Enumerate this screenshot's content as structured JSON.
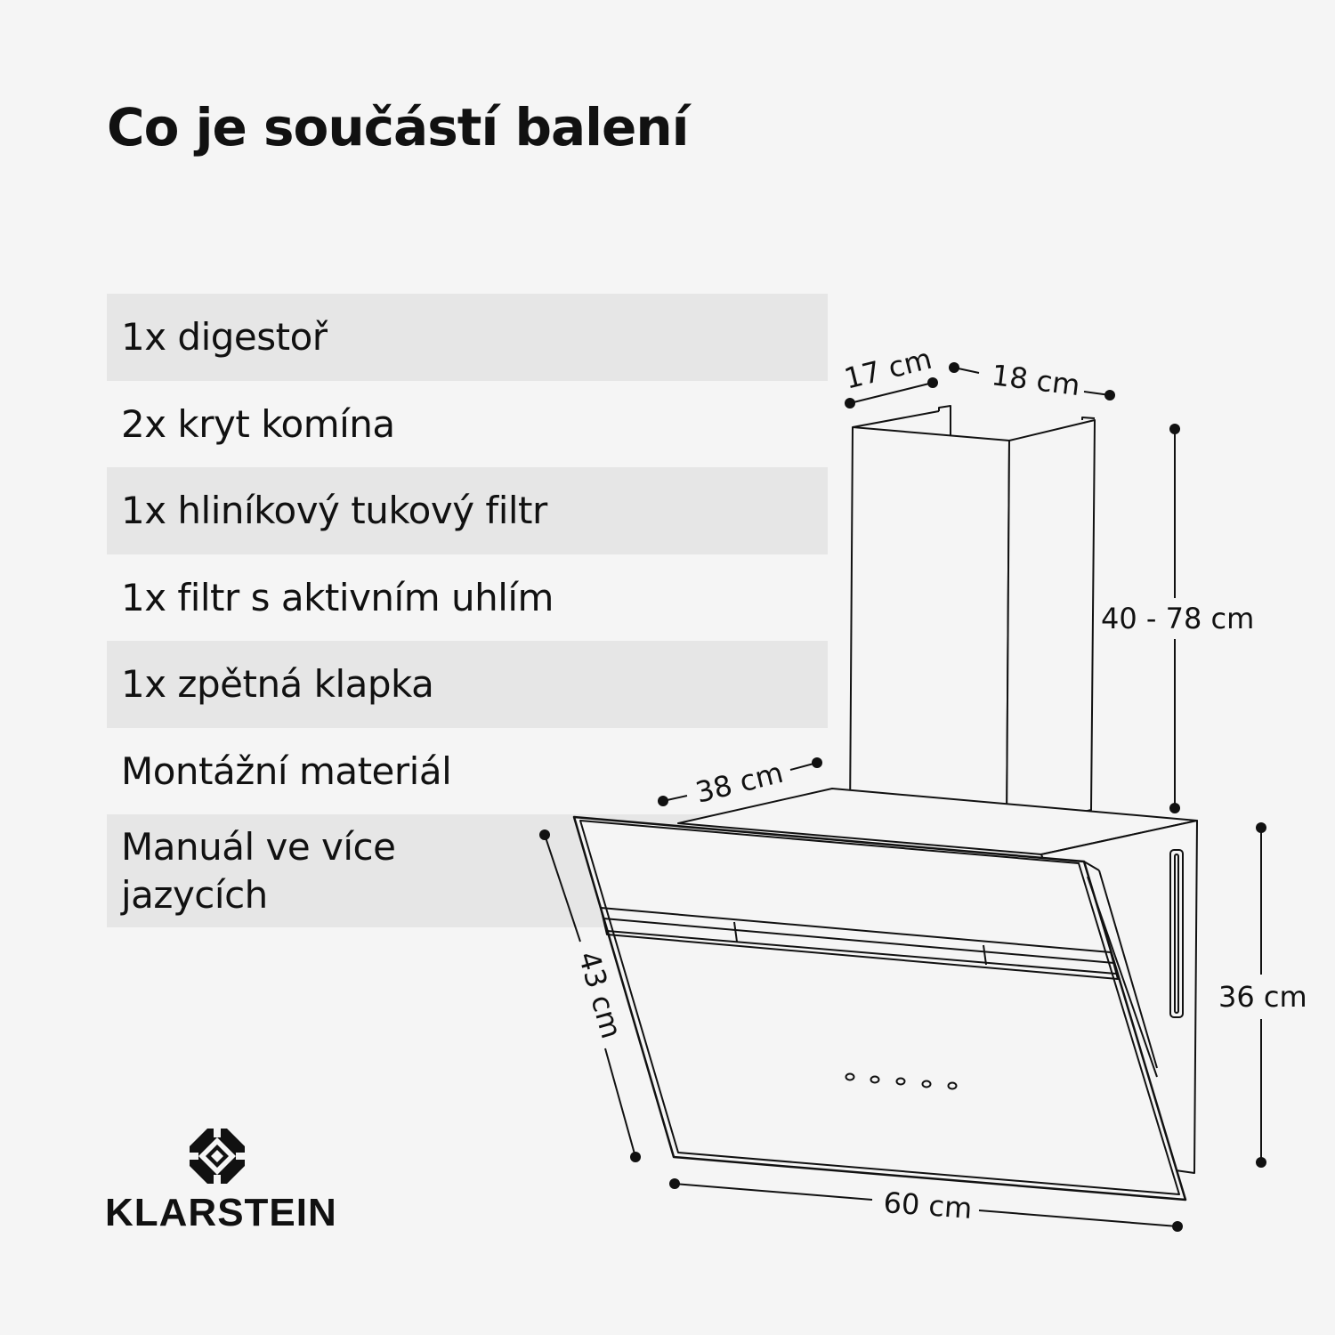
{
  "title": "Co je součástí balení",
  "items": [
    "1x digestoř",
    "2x kryt komína",
    "1x hliníkový tukový filtr",
    "1x filtr s aktivním uhlím",
    "1x zpětná klapka",
    "Montážní materiál",
    "Manuál ve více jazycích"
  ],
  "dimensions": {
    "chimney_depth": "17 cm",
    "chimney_width": "18 cm",
    "chimney_height": "40 - 78 cm",
    "body_depth": "38 cm",
    "glass_length": "43 cm",
    "body_height": "36 cm",
    "width": "60 cm"
  },
  "brand": {
    "name": "KLARSTEIN",
    "logo_icon": "klarstein-logo-icon"
  }
}
